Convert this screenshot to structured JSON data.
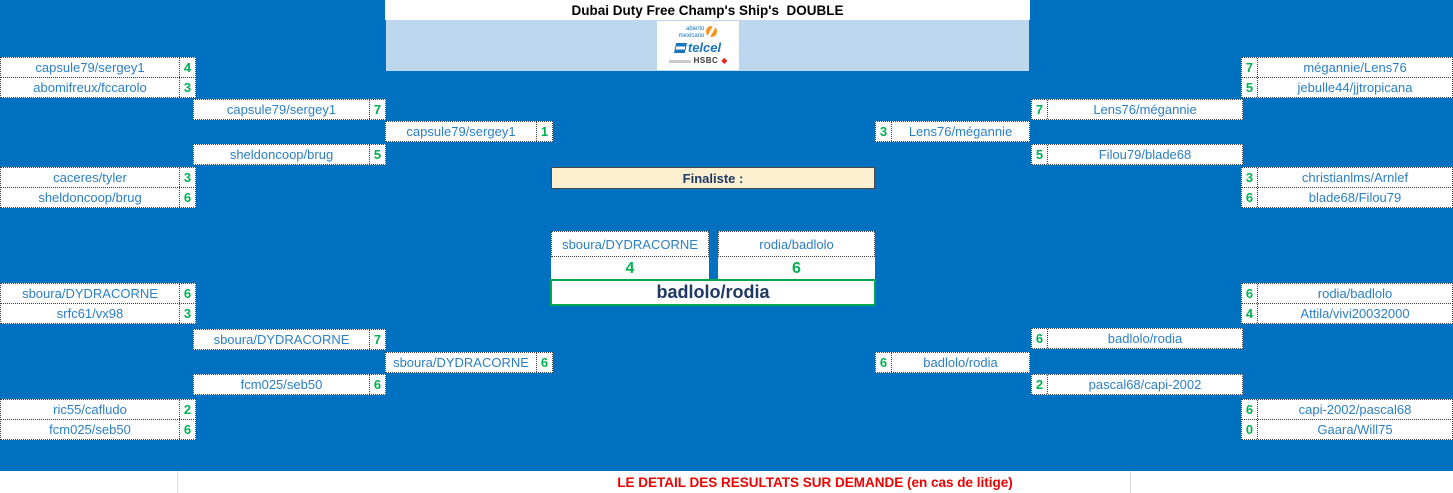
{
  "title": "Dubai Duty Free Champ's Ship's  DOUBLE",
  "sponsor": {
    "abierto": "abierto",
    "mexicano": "mexicano",
    "telcel": "telcel",
    "hsbc": "HSBC"
  },
  "finaliste_label": "Finaliste :",
  "final": {
    "left": {
      "team": "sboura/DYDRACORNE",
      "score": "4"
    },
    "right": {
      "team": "rodia/badlolo",
      "score": "6"
    },
    "winner": "badlolo/rodia"
  },
  "footer": "LE DETAIL DES RESULTATS SUR DEMANDE (en cas de litige)",
  "colors": {
    "field_blue": "#0070c0",
    "banner_blue": "#bdd7ee",
    "team_text_blue": "#2b7fc6",
    "score_green": "#00b050",
    "winner_navy": "#1f3864",
    "winner_border_green": "#00a650",
    "finaliste_bg": "#fcf0d0",
    "footer_red": "#f00000"
  },
  "bracket": {
    "left": {
      "round1": [
        {
          "team": "capsule79/sergey1",
          "score": "4"
        },
        {
          "team": "abomifreux/fccarolo",
          "score": "3"
        },
        {
          "team": "caceres/tyler",
          "score": "3"
        },
        {
          "team": "sheldoncoop/brug",
          "score": "6"
        },
        {
          "team": "sboura/DYDRACORNE",
          "score": "6"
        },
        {
          "team": "srfc61/vx98",
          "score": "3"
        },
        {
          "team": "ric55/cafludo",
          "score": "2"
        },
        {
          "team": "fcm025/seb50",
          "score": "6"
        }
      ],
      "round2": [
        {
          "team": "capsule79/sergey1",
          "score": "7"
        },
        {
          "team": "sheldoncoop/brug",
          "score": "5"
        },
        {
          "team": "sboura/DYDRACORNE",
          "score": "7"
        },
        {
          "team": "fcm025/seb50",
          "score": "6"
        }
      ],
      "semifinal": [
        {
          "team": "capsule79/sergey1",
          "score": "1"
        },
        {
          "team": "sboura/DYDRACORNE",
          "score": "6"
        }
      ]
    },
    "right": {
      "round1": [
        {
          "team": "mégannie/Lens76",
          "score": "7"
        },
        {
          "team": "jebulle44/jjtropicana",
          "score": "5"
        },
        {
          "team": "christianlms/Arnlef",
          "score": "3"
        },
        {
          "team": "blade68/Filou79",
          "score": "6"
        },
        {
          "team": "rodia/badlolo",
          "score": "6"
        },
        {
          "team": "Attila/vivi20032000",
          "score": "4"
        },
        {
          "team": "capi-2002/pascal68",
          "score": "6"
        },
        {
          "team": "Gaara/Will75",
          "score": "0"
        }
      ],
      "round2": [
        {
          "team": "Lens76/mégannie",
          "score": "7"
        },
        {
          "team": "Filou79/blade68",
          "score": "5"
        },
        {
          "team": "badlolo/rodia",
          "score": "6"
        },
        {
          "team": "pascal68/capi-2002",
          "score": "2"
        }
      ],
      "semifinal": [
        {
          "team": "Lens76/mégannie",
          "score": "3"
        },
        {
          "team": "badlolo/rodia",
          "score": "6"
        }
      ]
    }
  }
}
